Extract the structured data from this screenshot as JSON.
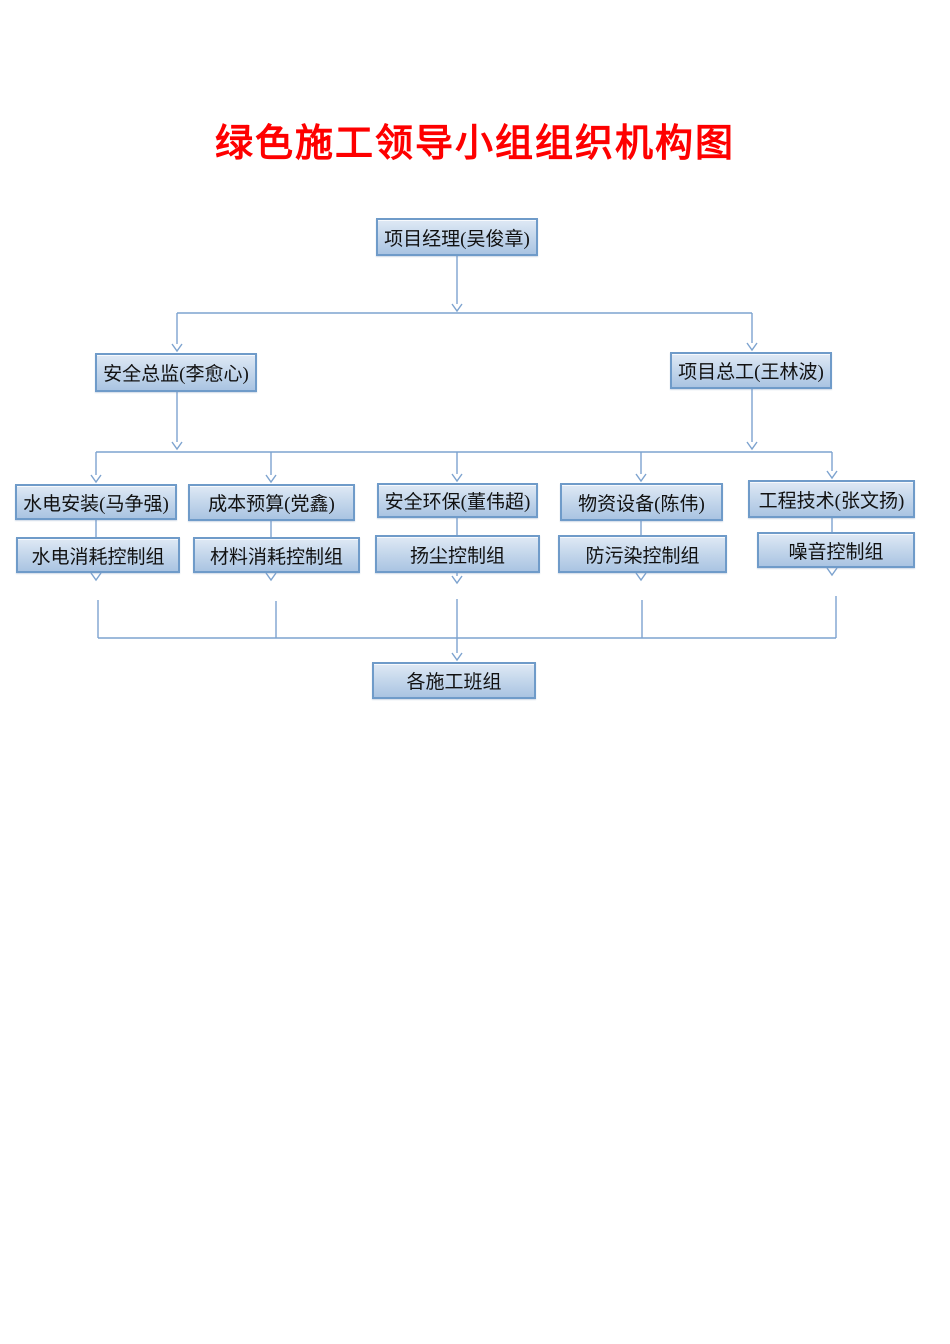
{
  "title": "绿色施工领导小组组织机构图",
  "org_chart": {
    "root": {
      "label": "项目经理(吴俊章)"
    },
    "level2": [
      {
        "label": "安全总监(李愈心)"
      },
      {
        "label": "项目总工(王林波)"
      }
    ],
    "level3": [
      {
        "label": "水电安装(马争强)"
      },
      {
        "label": "成本预算(党鑫)"
      },
      {
        "label": "安全环保(董伟超)"
      },
      {
        "label": "物资设备(陈伟)"
      },
      {
        "label": "工程技术(张文扬)"
      }
    ],
    "level4": [
      {
        "label": "水电消耗控制组"
      },
      {
        "label": "材料消耗控制组"
      },
      {
        "label": "扬尘控制组"
      },
      {
        "label": "防污染控制组"
      },
      {
        "label": "噪音控制组"
      }
    ],
    "bottom": {
      "label": "各施工班组"
    }
  },
  "colors": {
    "title": "#fe0000",
    "box_border": "#6f9bc9",
    "box_fill_top": "#dfe9f5",
    "box_fill_bottom": "#aac4e2",
    "connector": "#7da3cf"
  }
}
